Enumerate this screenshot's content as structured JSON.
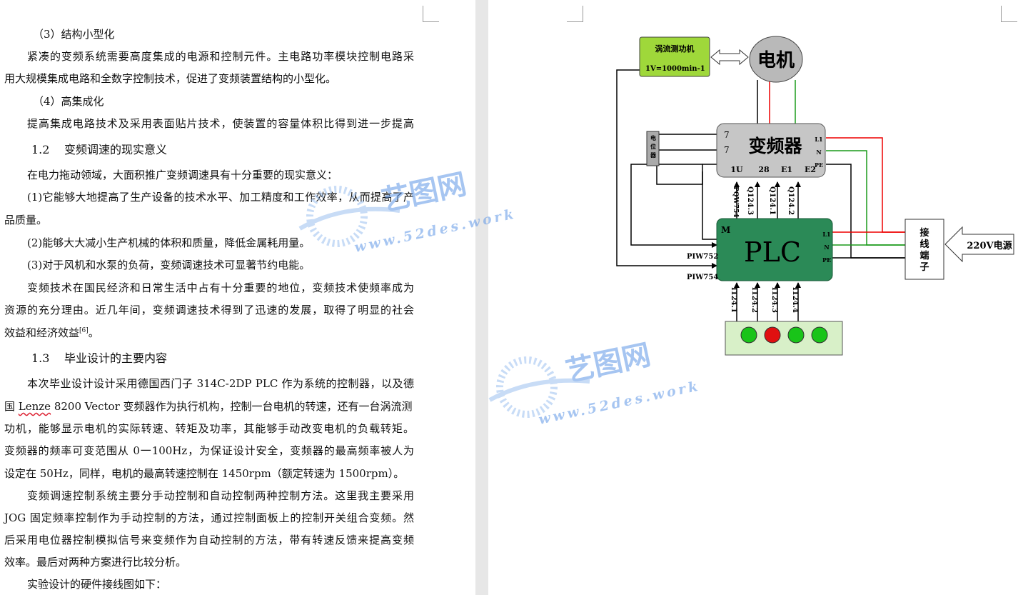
{
  "document": {
    "lines": [
      {
        "id": "l1",
        "text": "（3）结构小型化"
      },
      {
        "id": "l2",
        "text": "紧凑的变频系统需要高度集成的电源和控制元件。主电路功率模块控制电路采"
      },
      {
        "id": "l3",
        "text": "用大规模集成电路和全数字控制技术，促进了变频装置结构的小型化。"
      },
      {
        "id": "l4",
        "text": "（4）高集成化"
      },
      {
        "id": "l5",
        "text": "提高集成电路技术及采用表面贴片技术，使装置的容量体积比得到进一步提高"
      },
      {
        "id": "l7",
        "text": "在电力拖动领域，大面积推广变频调速具有十分重要的现实意义："
      },
      {
        "id": "l8",
        "text": "(1)它能够大地提高了生产设备的技术水平、加工精度和工作效率，从而提高了产"
      },
      {
        "id": "l9",
        "text": "品质量。"
      },
      {
        "id": "l10",
        "text": "(2)能够大大减小生产机械的体积和质量，降低金属耗用量。"
      },
      {
        "id": "l11",
        "text": "(3)对于风机和水泵的负荷，变频调速技术可显著节约电能。"
      },
      {
        "id": "l12",
        "text": "变频技术在国民经济和日常生活中占有十分重要的地位，变频技术使频率成为"
      },
      {
        "id": "l13",
        "text": "资源的充分理由。近几年间，变频调速技术得到了迅速的发展，取得了明显的社会"
      },
      {
        "id": "l14a",
        "text": "效益和经济效益"
      },
      {
        "id": "l14b",
        "text": "[6]"
      },
      {
        "id": "l14c",
        "text": "。"
      },
      {
        "id": "l16",
        "text": "本次毕业设计设计采用德国西门子 314C-2DP PLC 作为系统的控制器，以及德"
      },
      {
        "id": "l17a",
        "text": "国 "
      },
      {
        "id": "l17b",
        "text": "Lenze"
      },
      {
        "id": "l17c",
        "text": " 8200 Vector  变频器作为执行机构，控制一台电机的转速，还有一台涡流测"
      },
      {
        "id": "l18",
        "text": "功机，能够显示电机的实际转速、转矩及功率，其能够手动改变电机的负载转矩。"
      },
      {
        "id": "l19",
        "text": "变频器的频率可变范围从 0一100Hz，为保证设计安全，变频器的最高频率被人为"
      },
      {
        "id": "l20",
        "text": "设定在 50Hz，同样，电机的最高转速控制在 1450rpm（额定转速为 1500rpm）。"
      },
      {
        "id": "l21",
        "text": "变频调速控制系统主要分手动控制和自动控制两种控制方法。这里我主要采用"
      },
      {
        "id": "l22",
        "text": "JOG 固定频率控制作为手动控制的方法，通过控制面板上的控制开关组合变频。然"
      },
      {
        "id": "l23",
        "text": "后采用电位器控制模拟信号来变频作为自动控制的方法，带有转速反馈来提高变频"
      },
      {
        "id": "l24",
        "text": "效率。最后对两种方案进行比较分析。"
      },
      {
        "id": "l25",
        "text": "实验设计的硬件接线图如下："
      }
    ],
    "headings": [
      {
        "num": "1.2",
        "text": "变频调速的现实意义"
      },
      {
        "num": "1.3",
        "text": "毕业设计的主要内容"
      }
    ]
  },
  "diagram": {
    "dyno_title": "涡流测功机",
    "dyno_spec": "1V=1000min-1",
    "motor": "电机",
    "vfd": "变频器",
    "vfd_terms": [
      "1U",
      "28",
      "E1",
      "E2"
    ],
    "vfd_side": [
      "L1",
      "N",
      "PE"
    ],
    "pot": "电位器",
    "pot_marks": [
      "7",
      "7"
    ],
    "plc": "PLC",
    "plc_m": "M",
    "plc_side": [
      "L1",
      "N",
      "PE"
    ],
    "plc_outputs": [
      "PQW754",
      "Q124.3",
      "Q124.1",
      "Q124.2"
    ],
    "plc_inputs": [
      "I124.1",
      "I124.2",
      "I124.3",
      "I124.4"
    ],
    "piw": [
      "PIW752",
      "PIW754"
    ],
    "terminal": "接线端子",
    "power": "220V电源",
    "lamps": [
      "#19c419",
      "#e01010",
      "#19c419",
      "#19c419"
    ]
  },
  "watermark": {
    "brand": "艺图网",
    "url": "www.52des.work",
    "color": "#2f6fd8"
  }
}
